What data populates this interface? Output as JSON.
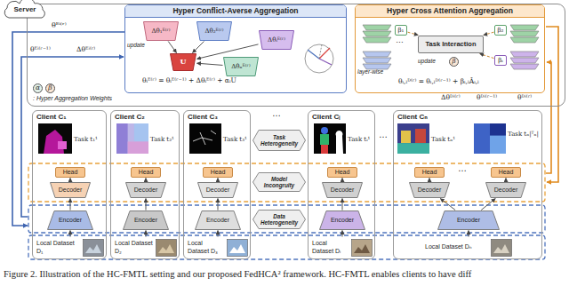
{
  "diagram": {
    "caption": "Figure 2. Illustration of the HC-FMTL setting and our proposed FedHCA² framework. HC-FMTL enables clients to have diff",
    "nodes": [
      {
        "text": [
          "Server"
        ]
      },
      {
        "text": [
          "Hyper Conflict-Averse Aggregation"
        ],
        "in": 0
      },
      {
        "text": [
          "Δθ₁ᴱ⁽ʳ⁾"
        ],
        "in": 1
      },
      {
        "text": [
          "Δθ₂ᴱ⁽ʳ⁾"
        ],
        "in": 1
      },
      {
        "text": [
          "Δθᵢᴱ⁽ʳ⁾"
        ],
        "in": 1
      },
      {
        "text": [
          "Δθₙᴱ⁽ʳ⁾"
        ],
        "in": 1
      },
      {
        "text": [
          "U"
        ],
        "in": 1
      },
      {
        "text": [
          "Hyper Cross Attention Aggregation"
        ],
        "in": 0
      },
      {
        "text": [
          "β₁"
        ],
        "in": 7
      },
      {
        "text": [
          "β₂"
        ],
        "in": 7
      },
      {
        "text": [
          "βᵢ"
        ],
        "in": 7
      },
      {
        "text": [
          "Task Interaction"
        ],
        "in": 7
      },
      {
        "text": [
          "α",
          "β",
          ": Hyper Aggregation Weights"
        ],
        "in": 0
      },
      {
        "text": [
          "Client C₁",
          "Task t₁¹"
        ]
      },
      {
        "text": [
          "Head"
        ],
        "in": 13
      },
      {
        "text": [
          "Decoder"
        ],
        "in": 13
      },
      {
        "text": [
          "Encoder"
        ],
        "in": 13
      },
      {
        "text": [
          "Local Dataset D₁"
        ],
        "in": 13
      },
      {
        "text": [
          "Client C₂",
          "Task t₂¹"
        ]
      },
      {
        "text": [
          "Head"
        ],
        "in": 18
      },
      {
        "text": [
          "Decoder"
        ],
        "in": 18
      },
      {
        "text": [
          "Encoder"
        ],
        "in": 18
      },
      {
        "text": [
          "Local Dataset D₂"
        ],
        "in": 18
      },
      {
        "text": [
          "Client C₃",
          "Task t₃¹"
        ]
      },
      {
        "text": [
          "Head"
        ],
        "in": 23
      },
      {
        "text": [
          "Decoder"
        ],
        "in": 23
      },
      {
        "text": [
          "Encoder"
        ],
        "in": 23
      },
      {
        "text": [
          "Local Dataset D₃"
        ],
        "in": 23
      },
      {
        "text": [
          "Task Heterogeneity"
        ]
      },
      {
        "text": [
          "Model Incongruity"
        ]
      },
      {
        "text": [
          "Data Heterogeneity"
        ]
      },
      {
        "text": [
          "Client Cᵢ",
          "Task tᵢ¹"
        ]
      },
      {
        "text": [
          "Head"
        ],
        "in": 31
      },
      {
        "text": [
          "Decoder"
        ],
        "in": 31
      },
      {
        "text": [
          "Encoder"
        ],
        "in": 31
      },
      {
        "text": [
          "Local Dataset Dᵢ"
        ],
        "in": 31
      },
      {
        "text": [
          "Client Cₙ",
          "Task tₙ¹",
          "Task tₙ|ᵀₙ|"
        ]
      },
      {
        "text": [
          "Head"
        ],
        "in": 36
      },
      {
        "text": [
          "Decoder"
        ],
        "in": 36
      },
      {
        "text": [
          "Head"
        ],
        "in": 36
      },
      {
        "text": [
          "Decoder"
        ],
        "in": 36
      },
      {
        "text": [
          "Encoder"
        ],
        "in": 36
      },
      {
        "text": [
          "Local Dataset Dₙ"
        ],
        "in": 36
      }
    ],
    "edges": [
      {
        "from": 2,
        "to": 6,
        "arrow": "to"
      },
      {
        "from": 3,
        "to": 6,
        "arrow": "to"
      },
      {
        "from": 4,
        "to": 6,
        "arrow": "to"
      },
      {
        "from": 5,
        "to": 6,
        "arrow": "to"
      },
      {
        "from": 8,
        "to": 11,
        "arrow": "to"
      },
      {
        "from": 9,
        "to": 11,
        "arrow": "to"
      },
      {
        "from": 10,
        "to": 11,
        "arrow": "to"
      },
      {
        "from": 16,
        "to": 15,
        "arrow": "to"
      },
      {
        "from": 15,
        "to": 14,
        "arrow": "to"
      },
      {
        "from": 17,
        "to": 16,
        "arrow": "to"
      },
      {
        "from": 21,
        "to": 20,
        "arrow": "to"
      },
      {
        "from": 20,
        "to": 19,
        "arrow": "to"
      },
      {
        "from": 22,
        "to": 21,
        "arrow": "to"
      },
      {
        "from": 26,
        "to": 25,
        "arrow": "to"
      },
      {
        "from": 25,
        "to": 24,
        "arrow": "to"
      },
      {
        "from": 27,
        "to": 26,
        "arrow": "to"
      },
      {
        "from": 34,
        "to": 33,
        "arrow": "to"
      },
      {
        "from": 33,
        "to": 32,
        "arrow": "to"
      },
      {
        "from": 35,
        "to": 34,
        "arrow": "to"
      },
      {
        "from": 41,
        "to": 38,
        "arrow": "to"
      },
      {
        "from": 41,
        "to": 40,
        "arrow": "to"
      },
      {
        "from": 38,
        "to": 37,
        "arrow": "to"
      },
      {
        "from": 40,
        "to": 39,
        "arrow": "to"
      },
      {
        "from": 42,
        "to": 41,
        "arrow": "to"
      }
    ],
    "labels": [
      "θᴱⁱ⁽ʳ⁾",
      "θᴱⁱ⁽ʳ⁻¹⁾",
      "Δθᴱⁱ⁽ʳ⁾",
      "update",
      "θᵢᴱ⁽ʳ⁾ = θᵢᴱ⁽ʳ⁻¹⁾ + Δθᵢᴱ⁽ʳ⁾ + αᵢU",
      "…",
      "layer-wise",
      "update",
      "β",
      "θᵢ,ₗᴰ⁽ʳ⁾ = θᵢ,ₗᴰ⁽ʳ⁻¹⁾ + βᵢ,ₗÂᵢ,ₗ",
      "θᴰⁱ⁽ʳ⁾",
      "Δθᴰⁱ⁽ʳ⁾",
      "θᴰⁱ⁽ʳ⁻¹⁾",
      "…",
      "…",
      "…"
    ]
  }
}
